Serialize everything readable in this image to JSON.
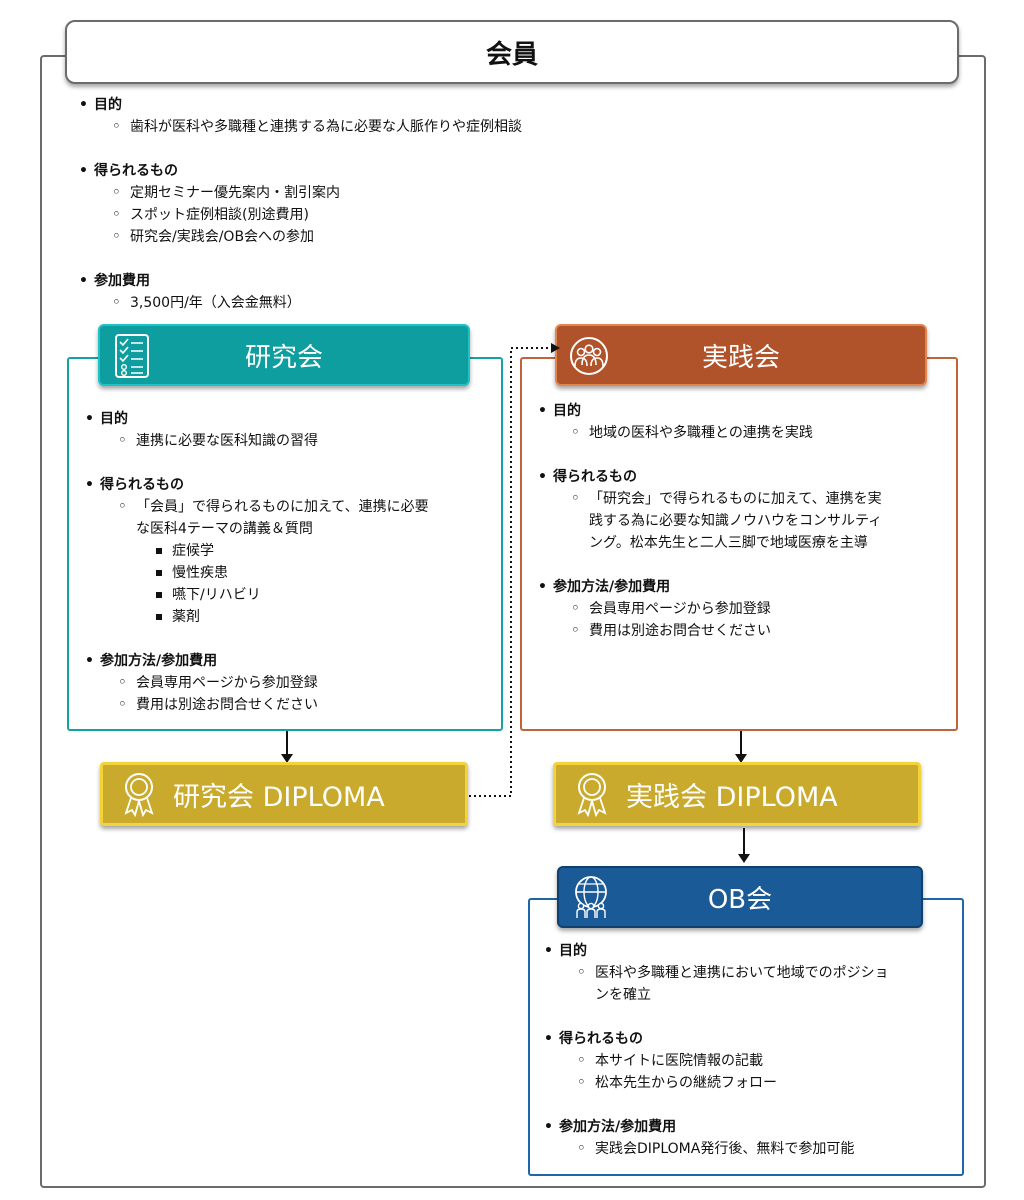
{
  "membership": {
    "title": "会員",
    "purpose_label": "目的",
    "purpose": "歯科が医科や多職種と連携する為に必要な人脈作りや症例相談",
    "benefits_label": "得られるもの",
    "benefits": [
      "定期セミナー優先案内・割引案内",
      "スポット症例相談(別途費用)",
      "研究会/実践会/OB会への参加"
    ],
    "fee_label": "参加費用",
    "fee": "3,500円/年（入会金無料）"
  },
  "kenkyu": {
    "title": "研究会",
    "color": "#0f9ea0",
    "purpose_label": "目的",
    "purpose": "連携に必要な医科知識の習得",
    "benefits_label": "得られるもの",
    "benefit_line1": "「会員」で得られるものに加えて、連携に必要",
    "benefit_line2": "な医科4テーマの講義＆質問",
    "topics": [
      "症候学",
      "慢性疾患",
      "嚥下/リハビリ",
      "薬剤"
    ],
    "join_label": "参加方法/参加費用",
    "join": [
      "会員専用ページから参加登録",
      "費用は別途お問合せください"
    ],
    "diploma": "研究会 DIPLOMA"
  },
  "jissen": {
    "title": "実践会",
    "color": "#b0522a",
    "purpose_label": "目的",
    "purpose": "地域の医科や多職種との連携を実践",
    "benefits_label": "得られるもの",
    "benefit_line1": "「研究会」で得られるものに加えて、連携を実",
    "benefit_line2": "践する為に必要な知識ノウハウをコンサルティ",
    "benefit_line3": "ング。松本先生と二人三脚で地域医療を主導",
    "join_label": "参加方法/参加費用",
    "join": [
      "会員専用ページから参加登録",
      "費用は別途お問合せください"
    ],
    "diploma": "実践会 DIPLOMA"
  },
  "ob": {
    "title": "OB会",
    "color": "#1a5a96",
    "purpose_label": "目的",
    "purpose_line1": "医科や多職種と連携において地域でのポジショ",
    "purpose_line2": "ンを確立",
    "benefits_label": "得られるもの",
    "benefits": [
      "本サイトに医院情報の記載",
      "松本先生からの継続フォロー"
    ],
    "join_label": "参加方法/参加費用",
    "join": "実践会DIPLOMA発行後、無料で参加可能"
  },
  "icons": [
    "checklist-icon",
    "group-icon",
    "award-ribbon-icon",
    "globe-people-icon"
  ]
}
